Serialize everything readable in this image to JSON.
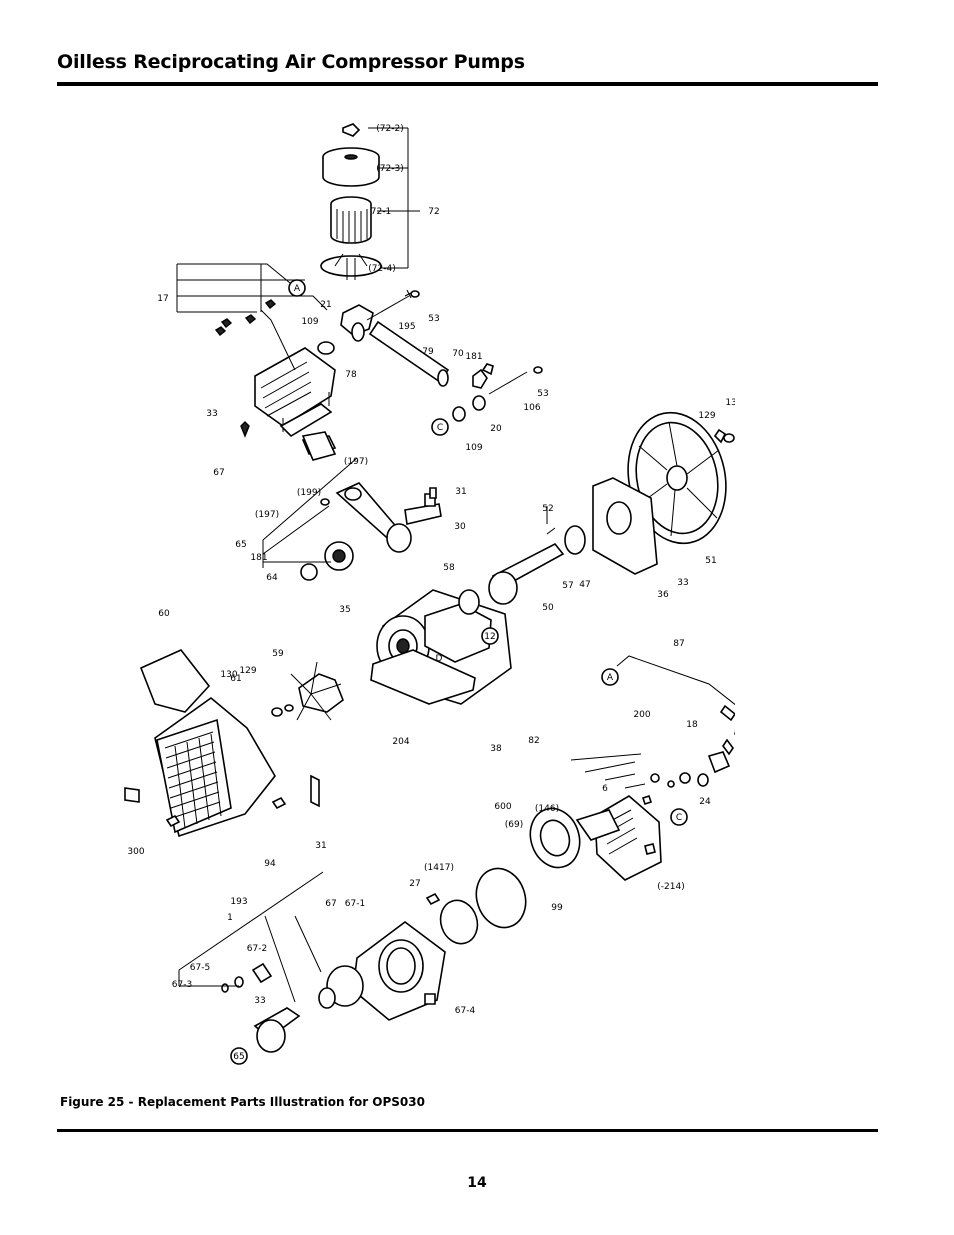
{
  "header": {
    "title": "Oilless Reciprocating Air Compressor Pumps"
  },
  "figure": {
    "caption": "Figure 25 - Replacement Parts Illustration for OPS030",
    "callouts": [
      "(72-2)",
      "(72-3)",
      "72-1",
      "72",
      "(72-4)",
      "A",
      "17",
      "21",
      "195",
      "53",
      "109",
      "79",
      "78",
      "70",
      "181",
      "106",
      "53",
      "C",
      "109",
      "20",
      "61",
      "130",
      "129",
      "33",
      "67",
      "(197)",
      "(199)",
      "(197)",
      "65",
      "181",
      "31",
      "30",
      "52",
      "64",
      "58",
      "51",
      "50",
      "57",
      "47",
      "33",
      "36",
      "35",
      "12",
      "D",
      "60",
      "59",
      "129",
      "130",
      "61",
      "87",
      "A",
      "16",
      "204",
      "38",
      "82",
      "200",
      "18",
      "24",
      "31",
      "C",
      "6",
      "(146)",
      "600",
      "(69)",
      "(1417)",
      "(-214)",
      "27",
      "99",
      "300",
      "94",
      "31",
      "193",
      "67",
      "67-1",
      "1",
      "67-2",
      "67-5",
      "67-3",
      "67-4",
      "33",
      "65",
      "D"
    ]
  },
  "footer": {
    "page_number": "14"
  }
}
